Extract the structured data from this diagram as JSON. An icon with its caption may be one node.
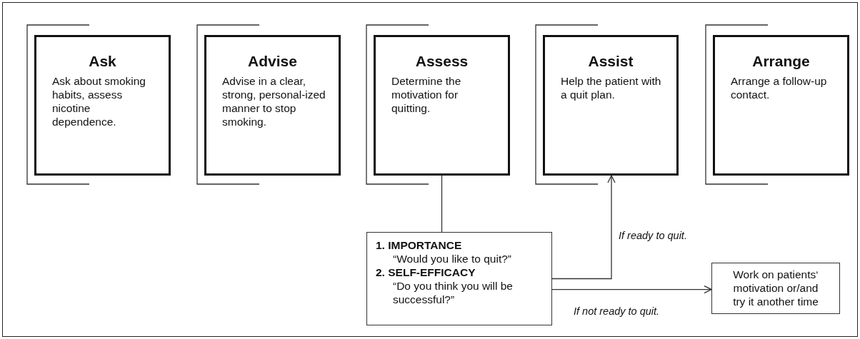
{
  "diagram": {
    "nodes": [
      {
        "text": [
          "Ask",
          "Ask about smoking habits, assess nicotine dependence."
        ]
      },
      {
        "text": [
          "Advise",
          "Advise in a clear, strong, personal-ized manner to stop smoking."
        ]
      },
      {
        "text": [
          "Assess",
          "Determine the motivation for quitting."
        ]
      },
      {
        "text": [
          "Assist",
          "Help the patient with a quit plan."
        ]
      },
      {
        "text": [
          "Arrange",
          "Arrange a follow-up contact."
        ]
      },
      {
        "text": [
          "1. IMPORTANCE",
          "“Would you like to quit?”",
          "2. SELF-EFFICACY",
          "“Do you think you will be successful?”"
        ]
      },
      {
        "text": [
          "Work on patients‘ motivation or/and try it another time"
        ]
      }
    ],
    "edges": [
      {
        "from": 2,
        "to": 5,
        "arrow": "none"
      },
      {
        "from": 5,
        "to": 3,
        "arrow": "to",
        "label": "If ready to quit."
      },
      {
        "from": 5,
        "to": 6,
        "arrow": "to",
        "label": "If not ready to quit."
      }
    ]
  }
}
